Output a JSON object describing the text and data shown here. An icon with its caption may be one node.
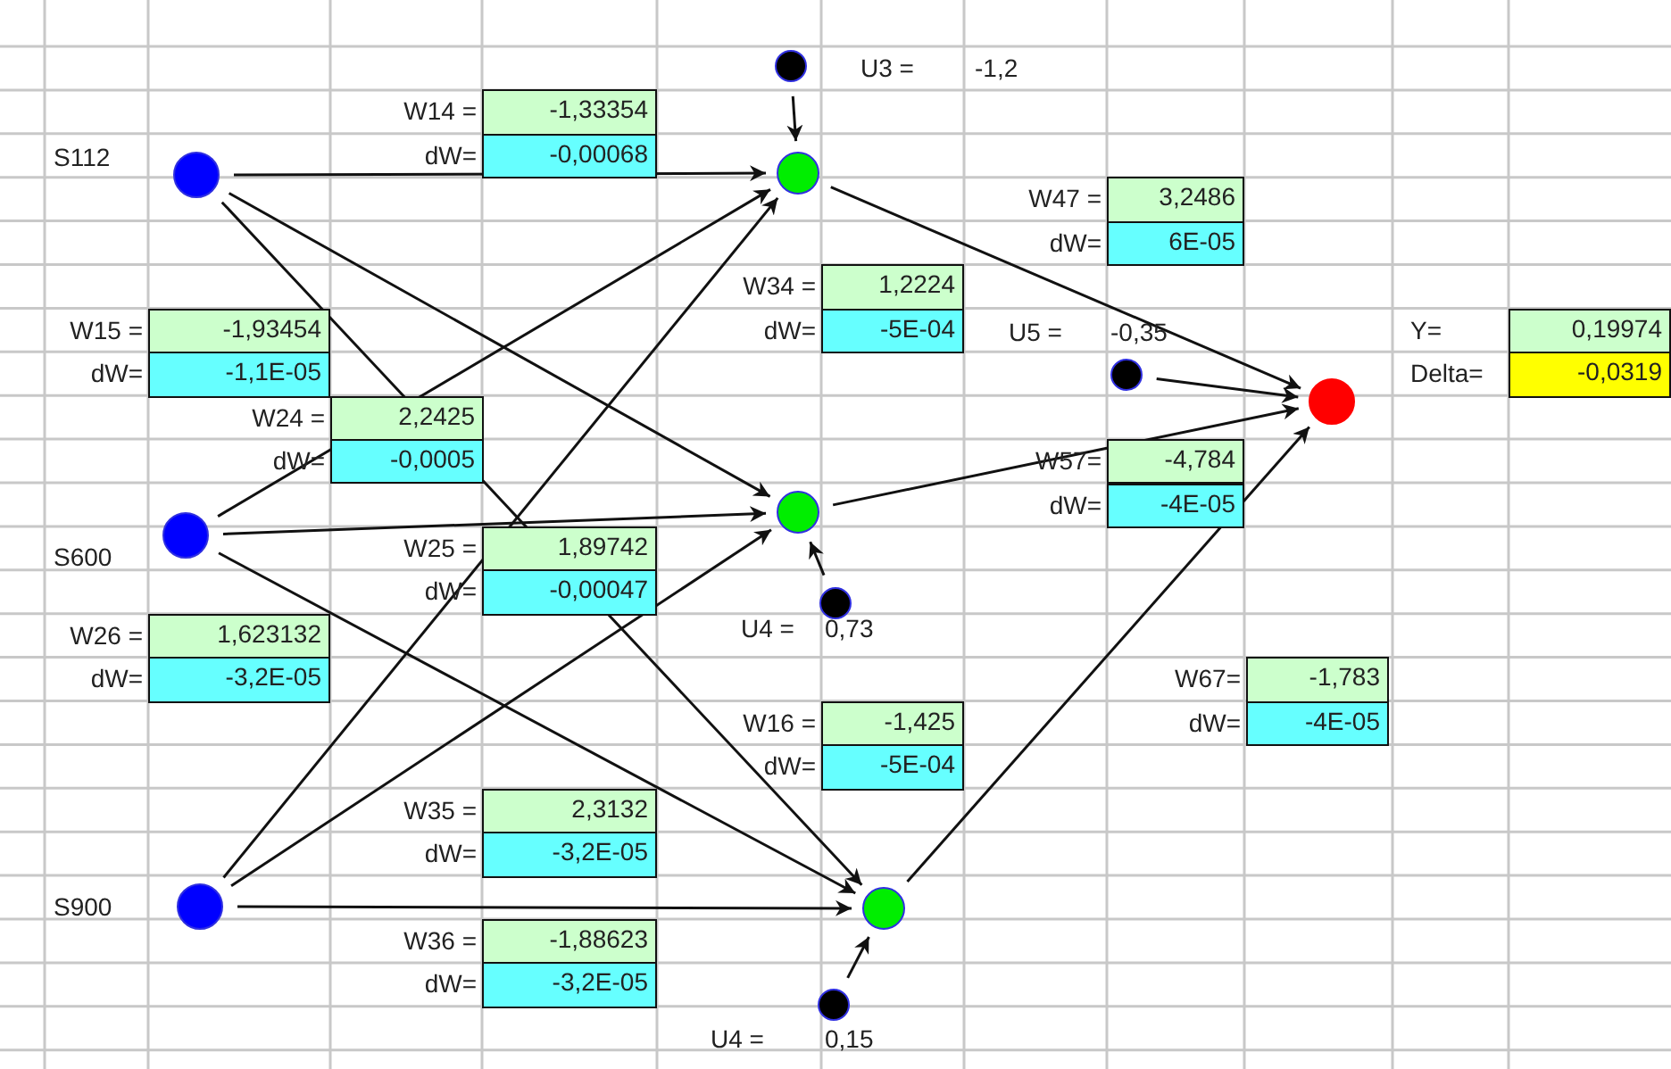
{
  "diagram": {
    "nodes": [
      {
        "text": [],
        "shape": "circle",
        "beside": [
          "U3 =",
          "-1,2"
        ]
      },
      {
        "text": [],
        "shape": "circle",
        "beside": [
          "S112"
        ]
      },
      {
        "text": [],
        "shape": "circle"
      },
      {
        "text": [],
        "shape": "circle",
        "beside": [
          "S600"
        ]
      },
      {
        "text": [],
        "shape": "circle"
      },
      {
        "text": [],
        "shape": "circle",
        "beside": [
          "U5 =",
          "-0,35"
        ]
      },
      {
        "text": [],
        "shape": "circle"
      },
      {
        "text": [],
        "shape": "circle",
        "beside": [
          "U4 =",
          "0,73"
        ]
      },
      {
        "text": [],
        "shape": "circle",
        "beside": [
          "S900"
        ]
      },
      {
        "text": [],
        "shape": "circle"
      },
      {
        "text": [],
        "shape": "circle",
        "beside": [
          "U4 =",
          "0,15"
        ]
      }
    ],
    "edges": [
      {
        "from": 0,
        "to": 2,
        "arrow": "to"
      },
      {
        "from": 1,
        "to": 2,
        "arrow": "to"
      },
      {
        "from": 1,
        "to": 4,
        "arrow": "to"
      },
      {
        "from": 1,
        "to": 9,
        "arrow": "to"
      },
      {
        "from": 3,
        "to": 2,
        "arrow": "to"
      },
      {
        "from": 3,
        "to": 4,
        "arrow": "to"
      },
      {
        "from": 3,
        "to": 9,
        "arrow": "to"
      },
      {
        "from": 8,
        "to": 2,
        "arrow": "to"
      },
      {
        "from": 8,
        "to": 4,
        "arrow": "to"
      },
      {
        "from": 8,
        "to": 9,
        "arrow": "to"
      },
      {
        "from": 7,
        "to": 4,
        "arrow": "to"
      },
      {
        "from": 10,
        "to": 9,
        "arrow": "to"
      },
      {
        "from": 2,
        "to": 6,
        "arrow": "to"
      },
      {
        "from": 5,
        "to": 6,
        "arrow": "to"
      },
      {
        "from": 4,
        "to": 6,
        "arrow": "to"
      },
      {
        "from": 9,
        "to": 6,
        "arrow": "to"
      }
    ],
    "labels": [
      "W14 =",
      "-1,33354",
      "dW=",
      "-0,00068",
      "W47 =",
      "3,2486",
      "dW=",
      "6E-05",
      "W34 =",
      "1,2224",
      "W15 =",
      "-1,93454",
      "dW=",
      "-5E-04",
      "Y=",
      "0,19974",
      "dW=",
      "-1,1E-05",
      "Delta=",
      "-0,0319",
      "W24 =",
      "2,2425",
      "dW=",
      "-0,0005",
      "W57=",
      "-4,784",
      "dW=",
      "-4E-05",
      "W25 =",
      "1,89742",
      "dW=",
      "-0,00047",
      "W26 =",
      "1,623132",
      "dW=",
      "-3,2E-05",
      "W67=",
      "-1,783",
      "W16 =",
      "-1,425",
      "dW=",
      "-4E-05",
      "dW=",
      "-5E-04",
      "W35 =",
      "2,3132",
      "dW=",
      "-3,2E-05",
      "W36 =",
      "-1,88623",
      "dW=",
      "-3,2E-05"
    ]
  }
}
